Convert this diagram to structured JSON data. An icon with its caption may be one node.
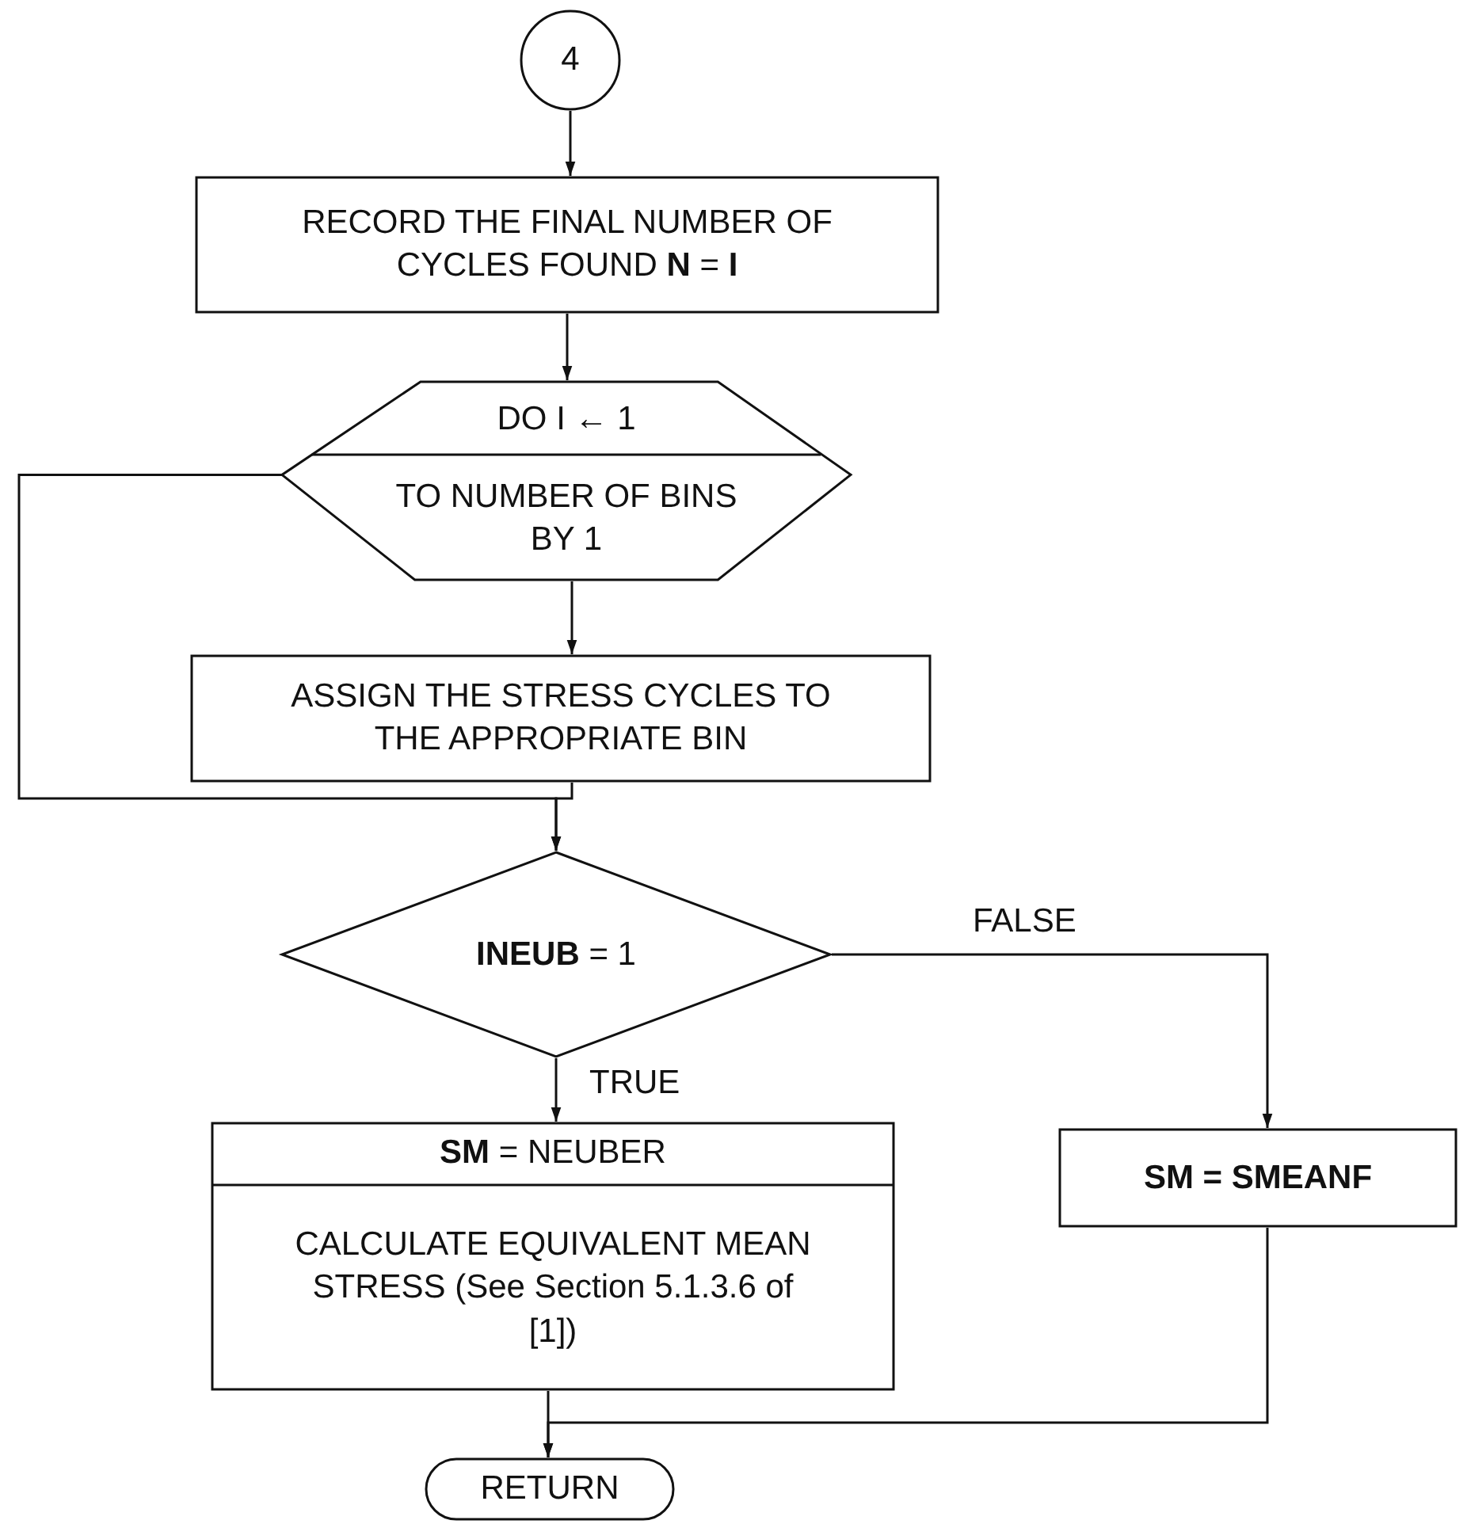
{
  "diagram": {
    "nodes": [
      {
        "text": [
          "4"
        ]
      },
      {
        "text": [
          "RECORD THE FINAL NUMBER OF CYCLES FOUND **N** = **I**"
        ]
      },
      {
        "text": [
          "DO I ← 1",
          "TO NUMBER OF BINS BY 1"
        ]
      },
      {
        "text": [
          "ASSIGN THE STRESS CYCLES TO THE APPROPRIATE BIN"
        ]
      },
      {
        "text": [
          "**INEUB** = 1"
        ]
      },
      {
        "text": [
          "**SM** = NEUBER",
          "CALCULATE EQUIVALENT MEAN STRESS (See Section 5.1.3.6 of [1])"
        ]
      },
      {
        "text": [
          "SM = SMEANF"
        ]
      },
      {
        "text": [
          "RETURN"
        ]
      }
    ],
    "edges": [
      {
        "from": 0,
        "to": 1,
        "arrow": "to"
      },
      {
        "from": 1,
        "to": 2,
        "arrow": "to"
      },
      {
        "from": 2,
        "to": 3,
        "arrow": "to"
      },
      {
        "from": 3,
        "to": 4,
        "arrow": "to"
      },
      {
        "from": 2,
        "to": 4,
        "arrow": "to"
      },
      {
        "from": 4,
        "to": 5,
        "label": "TRUE",
        "arrow": "to"
      },
      {
        "from": 4,
        "to": 6,
        "label": "FALSE",
        "arrow": "to"
      },
      {
        "from": 5,
        "to": 7,
        "arrow": "to"
      },
      {
        "from": 6,
        "to": 7,
        "arrow": "to"
      }
    ]
  }
}
